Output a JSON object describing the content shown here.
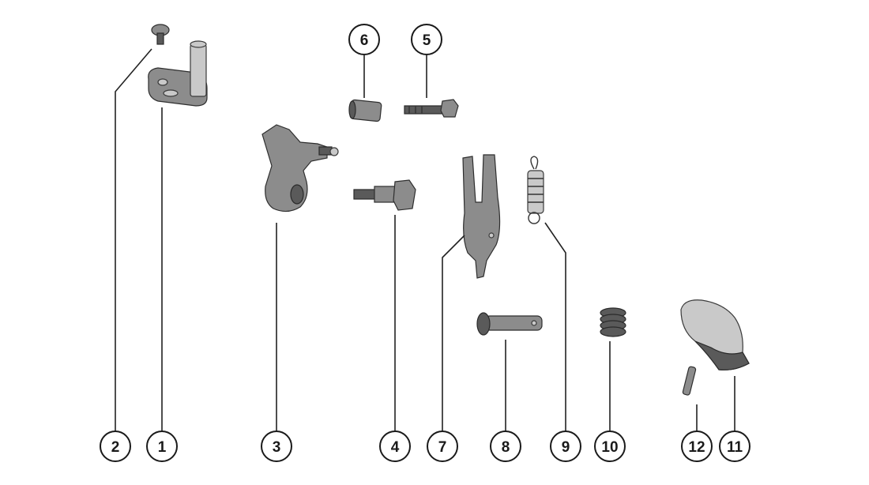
{
  "callouts": [
    {
      "id": "c1",
      "label": "1"
    },
    {
      "id": "c2",
      "label": "2"
    },
    {
      "id": "c3",
      "label": "3"
    },
    {
      "id": "c4",
      "label": "4"
    },
    {
      "id": "c5",
      "label": "5"
    },
    {
      "id": "c6",
      "label": "6"
    },
    {
      "id": "c7",
      "label": "7"
    },
    {
      "id": "c8",
      "label": "8"
    },
    {
      "id": "c9",
      "label": "9"
    },
    {
      "id": "c10",
      "label": "10"
    },
    {
      "id": "c11",
      "label": "11"
    },
    {
      "id": "c12",
      "label": "12"
    }
  ],
  "parts": [
    {
      "callout": "1",
      "icon": "bracket-with-pin-icon"
    },
    {
      "callout": "2",
      "icon": "screw-icon"
    },
    {
      "callout": "3",
      "icon": "lever-arm-icon"
    },
    {
      "callout": "4",
      "icon": "shoulder-bolt-icon"
    },
    {
      "callout": "5",
      "icon": "bolt-icon"
    },
    {
      "callout": "6",
      "icon": "sleeve-bushing-icon"
    },
    {
      "callout": "7",
      "icon": "shift-fork-icon"
    },
    {
      "callout": "8",
      "icon": "clevis-pin-icon"
    },
    {
      "callout": "9",
      "icon": "extension-spring-icon"
    },
    {
      "callout": "10",
      "icon": "compression-spring-icon"
    },
    {
      "callout": "11",
      "icon": "handle-grip-icon"
    },
    {
      "callout": "12",
      "icon": "roll-pin-icon"
    }
  ]
}
